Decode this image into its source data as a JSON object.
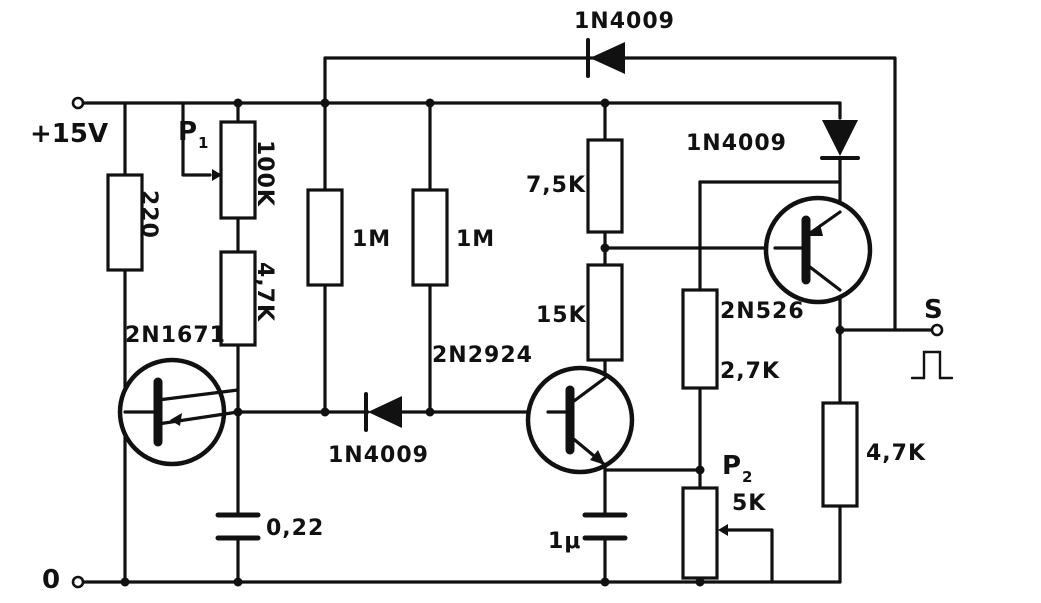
{
  "labels": {
    "supply": "+15V",
    "ground": "0",
    "p1_letter": "P",
    "p1_sub": "1",
    "p2_letter": "P",
    "p2_sub": "2",
    "r220": "220",
    "r100k": "100K",
    "r4_7k_a": "4,7K",
    "r1m_a": "1M",
    "r1m_b": "1M",
    "r7_5k": "7,5K",
    "r15k": "15K",
    "r2_7k": "2,7K",
    "r4_7k_b": "4,7K",
    "p2_value": "5K",
    "c022": "0,22",
    "c1u": "1μ",
    "q1": "2N1671",
    "q2": "2N2924",
    "q3": "2N526",
    "d_top": "1N4009",
    "d_mid": "1N4009",
    "d_right": "1N4009",
    "output": "S"
  }
}
